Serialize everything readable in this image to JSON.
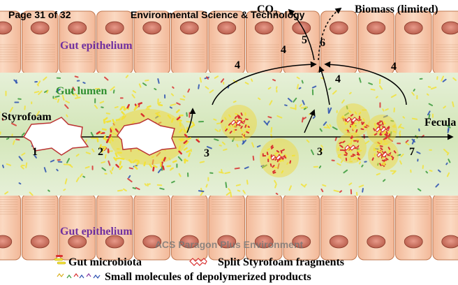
{
  "header": {
    "page": "Page 31 of 32",
    "journal": "Environmental Science & Technology"
  },
  "footer": {
    "environment": "ACS Paragon Plus Environment"
  },
  "regions": {
    "epithelium_top": "Gut epithelium",
    "lumen": "Gut lumen",
    "epithelium_bottom": "Gut epithelium"
  },
  "io": {
    "input": "Styrofoam",
    "output": "Fecula",
    "co2": "CO",
    "co2_subscript": "2",
    "biomass": "Biomass (limited)"
  },
  "steps": [
    "1",
    "2",
    "3",
    "3",
    "4",
    "4",
    "4",
    "4",
    "5",
    "6",
    "7"
  ],
  "legend": {
    "microbiota": "Gut microbiota",
    "fragments": "Split Styrofoam fragments",
    "small_molecules": "Small molecules of depolymerized products"
  },
  "colors": {
    "cell_fill": "#f7c8a8",
    "cell_stroke": "#c07850",
    "nucleus": "#c86a55",
    "lumen": "#dcebc5",
    "region_purple": "#7030a0",
    "region_green": "#2f8f2f",
    "fragment_red": "#d93030",
    "microbe_yellow": "#f2e23a"
  }
}
